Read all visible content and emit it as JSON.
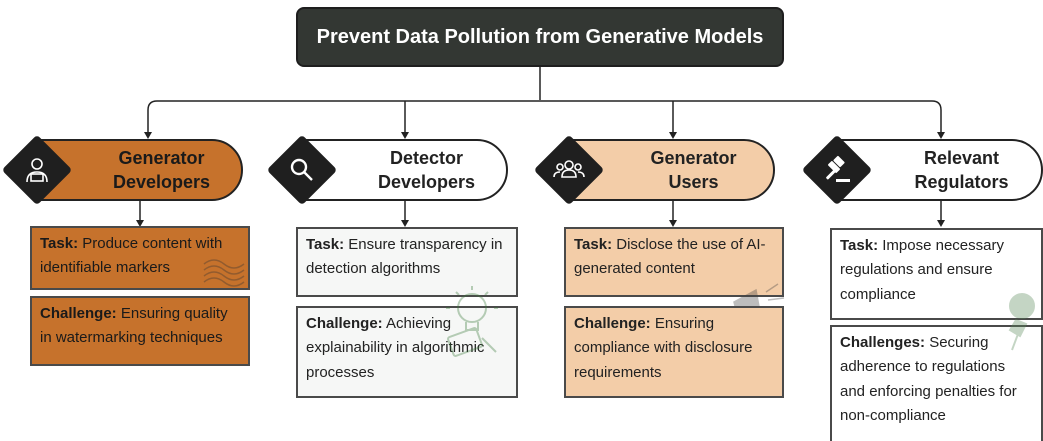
{
  "root": {
    "title": "Prevent Data Pollution from Generative Models"
  },
  "columns": [
    {
      "title_line1": "Generator",
      "title_line2": "Developers",
      "icon": "developer-icon",
      "task_label": "Task:",
      "task_text": "Produce content with identifiable markers",
      "challenge_label": "Challenge:",
      "challenge_text": "Ensuring quality in watermarking techniques"
    },
    {
      "title_line1": "Detector",
      "title_line2": "Developers",
      "icon": "magnifier-icon",
      "task_label": "Task:",
      "task_text": "Ensure transparency in detection algorithms",
      "challenge_label": "Challenge:",
      "challenge_text": "Achieving explainability in algorithmic processes"
    },
    {
      "title_line1": "Generator",
      "title_line2": "Users",
      "icon": "users-group-icon",
      "task_label": "Task:",
      "task_text": "Disclose the use of AI-generated content",
      "challenge_label": "Challenge:",
      "challenge_text": "Ensuring compliance with disclosure requirements"
    },
    {
      "title_line1": "Relevant",
      "title_line2": "Regulators",
      "icon": "gavel-icon",
      "task_label": "Task:",
      "task_text": "Impose necessary regulations and ensure compliance",
      "challenge_label": "Challenges:",
      "challenge_text": "Securing adherence to regulations and enforcing penalties for non-compliance"
    }
  ],
  "colors": {
    "root_bg": "#333733",
    "developer_fill": "#c6722c",
    "user_fill": "#f3cda8",
    "neutral_fill": "#f6f7f6"
  }
}
